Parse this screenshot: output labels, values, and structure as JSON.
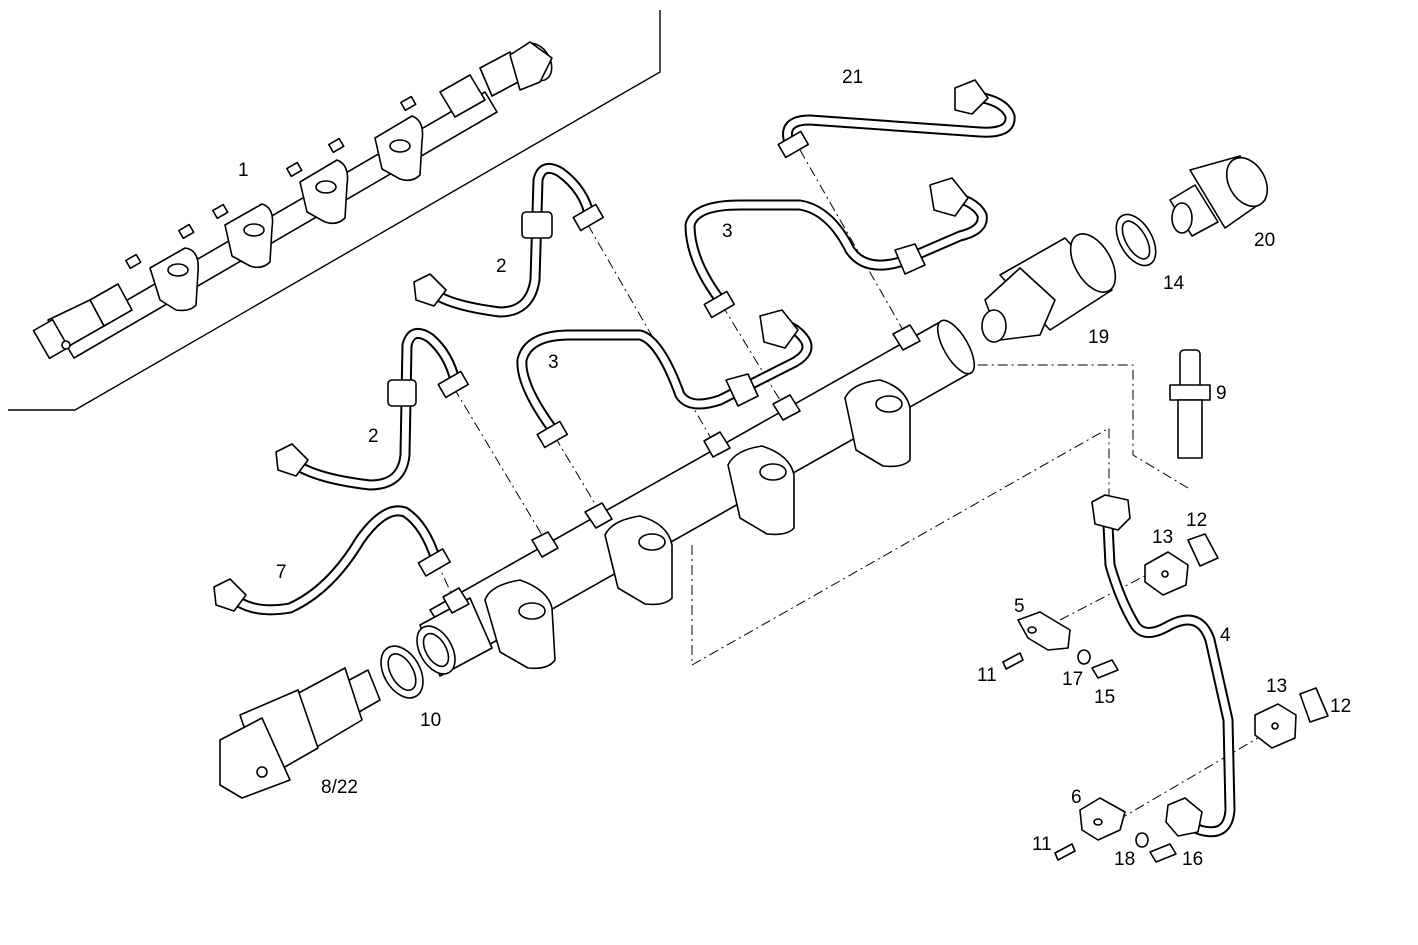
{
  "callouts": {
    "c1": "1",
    "c2a": "2",
    "c2b": "2",
    "c3a": "3",
    "c3b": "3",
    "c4": "4",
    "c5": "5",
    "c6": "6",
    "c7": "7",
    "c8_22": "8/22",
    "c9": "9",
    "c10": "10",
    "c11a": "11",
    "c11b": "11",
    "c12a": "12",
    "c12b": "12",
    "c13a": "13",
    "c13b": "13",
    "c14": "14",
    "c15": "15",
    "c16": "16",
    "c17": "17",
    "c18": "18",
    "c19": "19",
    "c20": "20",
    "c21": "21"
  }
}
